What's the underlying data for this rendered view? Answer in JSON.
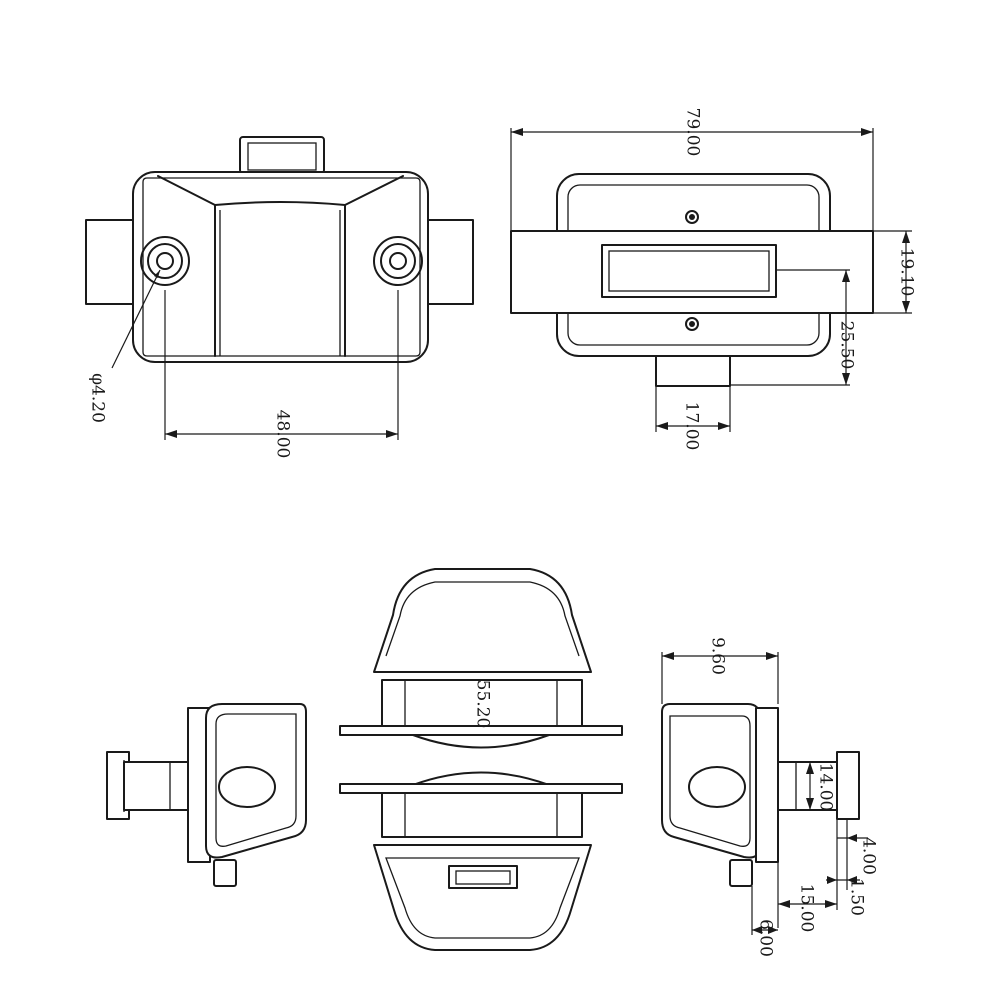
{
  "dimensions": {
    "hole_diameter": "φ4.20",
    "hole_spacing": "48.00",
    "overall_width": "79.00",
    "plate_height": "19.10",
    "button_offset": "25.50",
    "tab_width": "17.00",
    "slot_width": "55.20",
    "body_depth": "9.60",
    "stem_height": "14.00",
    "step_depth": "4.00",
    "flange_thickness": "1.50",
    "stem_length": "15.00",
    "knob_depth": "6.00"
  }
}
